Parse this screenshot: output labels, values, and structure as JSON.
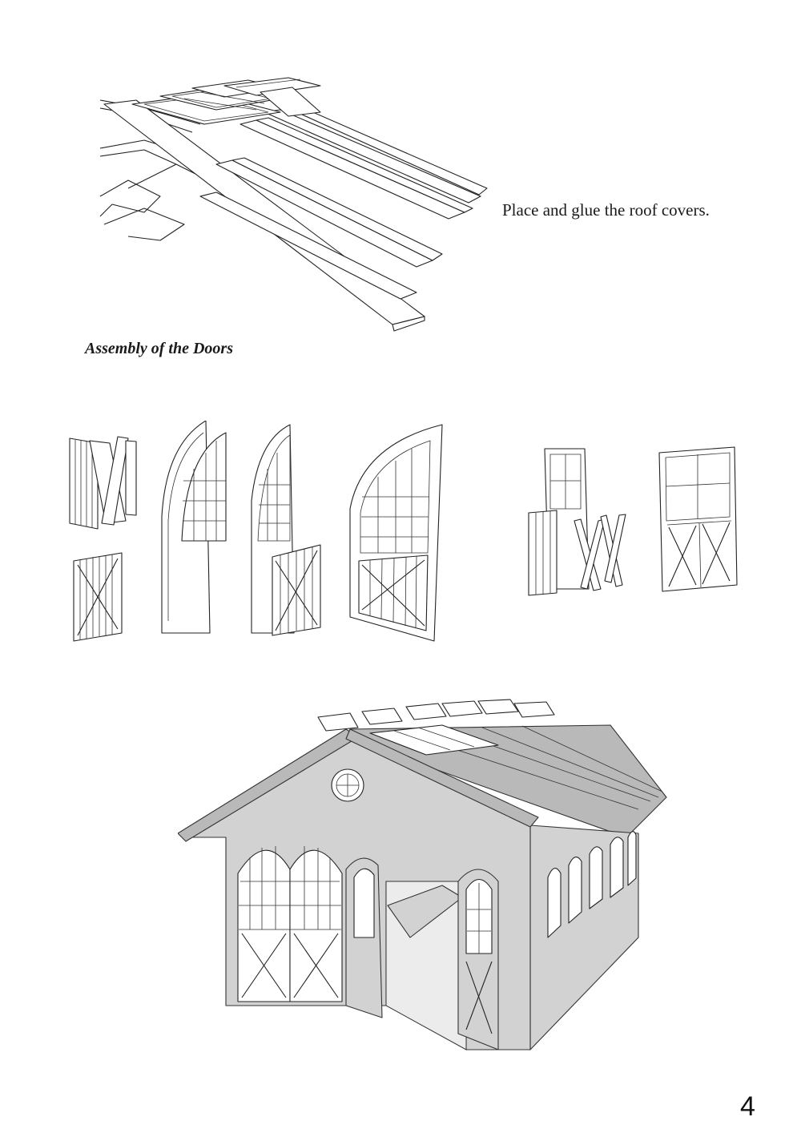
{
  "roof_step": {
    "caption": "Place and glue the roof covers."
  },
  "doors_section": {
    "heading": "Assembly of the Doors"
  },
  "page": {
    "number": "4"
  }
}
